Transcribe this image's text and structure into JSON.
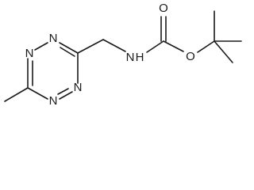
{
  "molecule": {
    "atoms": {
      "ring_n_top_left": "N",
      "ring_n_top_right": "N",
      "ring_n_bottom_left": "N",
      "ring_n_bottom_right": "N",
      "amide_n": "N",
      "amide_h": "H",
      "carbonyl_o": "O",
      "ester_o": "O"
    }
  }
}
